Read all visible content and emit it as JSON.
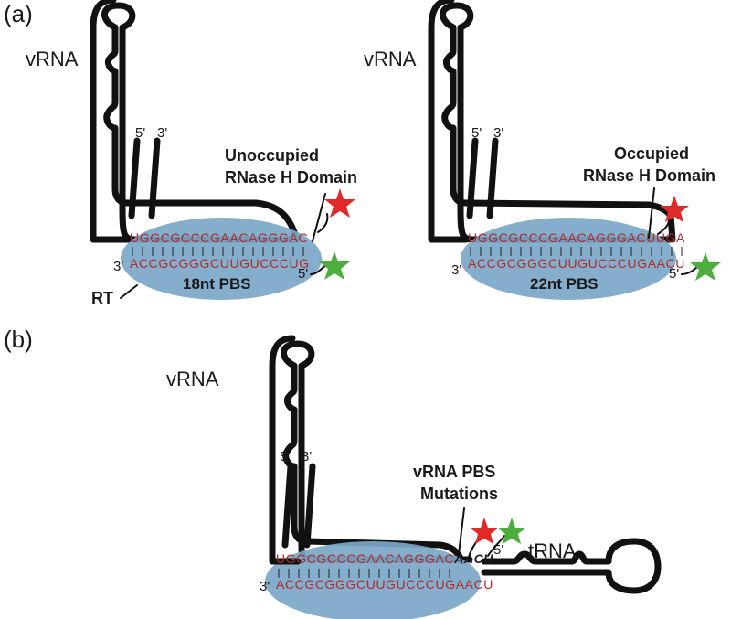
{
  "panel_a": {
    "label": "(a)",
    "left": {
      "vrna_label": "vRNA",
      "five_prime": "5'",
      "three_prime": "3'",
      "annotation_line1": "Unoccupied",
      "annotation_line2": "RNase H Domain",
      "vrna_seq": "UGGCGCCCGAACAGGGAC",
      "trna_seq": "ACCGCGGGCUUGUCCCUG",
      "trna_3": "3'",
      "trna_5": "5'",
      "pbs_label": "18nt PBS",
      "rt_label": "RT"
    },
    "right": {
      "vrna_label": "vRNA",
      "five_prime": "5'",
      "three_prime": "3'",
      "annotation_line1": "Occupied",
      "annotation_line2": "RNase H Domain",
      "vrna_seq": "UGGCGCCCGAACAGGGACUUGA",
      "trna_seq": "ACCGCGGGCUUGUCCCUGAACU",
      "trna_3": "3'",
      "trna_5": "5'",
      "pbs_label": "22nt PBS"
    }
  },
  "panel_b": {
    "label": "(b)",
    "vrna_label": "vRNA",
    "five_prime": "5'",
    "three_prime": "3'",
    "annotation_line1": "vRNA PBS",
    "annotation_line2": "Mutations",
    "vrna_seq": "UGGCGCCCGAACAGGGAC",
    "vrna_mut": "AACU",
    "trna_seq": "ACCGCGGGCUUGUCCCUGAACU",
    "trna_3": "3'",
    "trna_5": "5'",
    "trna_label": "tRNA"
  },
  "colors": {
    "rt_fill": "#7aa7c7",
    "sequence": "#b02a2a",
    "star_red": "#e02a2a",
    "star_green": "#4cae3c",
    "rna": "#111111"
  }
}
